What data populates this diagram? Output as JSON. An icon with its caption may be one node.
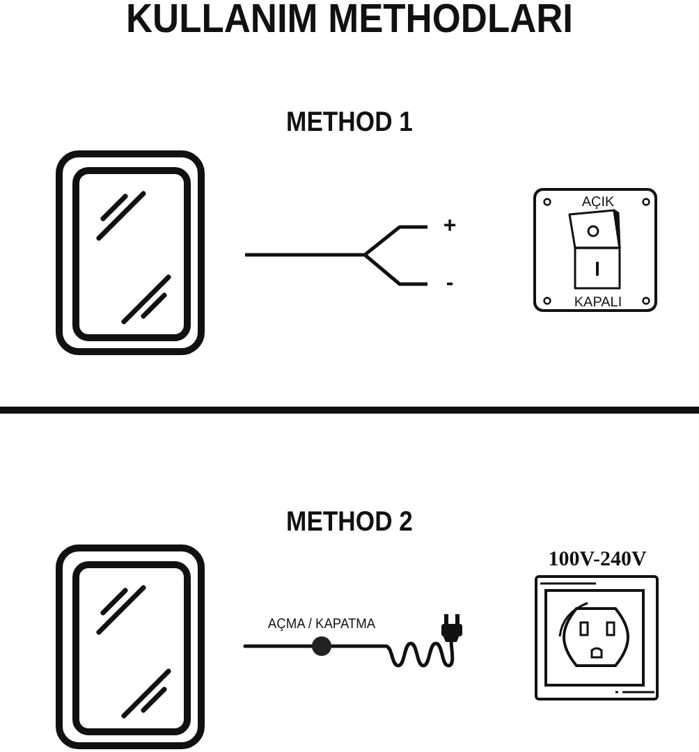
{
  "diagram": {
    "title": "KULLANIM METHODLARI",
    "nodes": [
      {
        "text": [
          "AÇIK",
          "KAPALI"
        ]
      },
      {
        "text": [
          "100V-240V"
        ]
      }
    ],
    "labels": [
      "METHOD 1",
      "+",
      "-",
      "METHOD 2",
      "AÇMA / KAPATMA"
    ]
  }
}
